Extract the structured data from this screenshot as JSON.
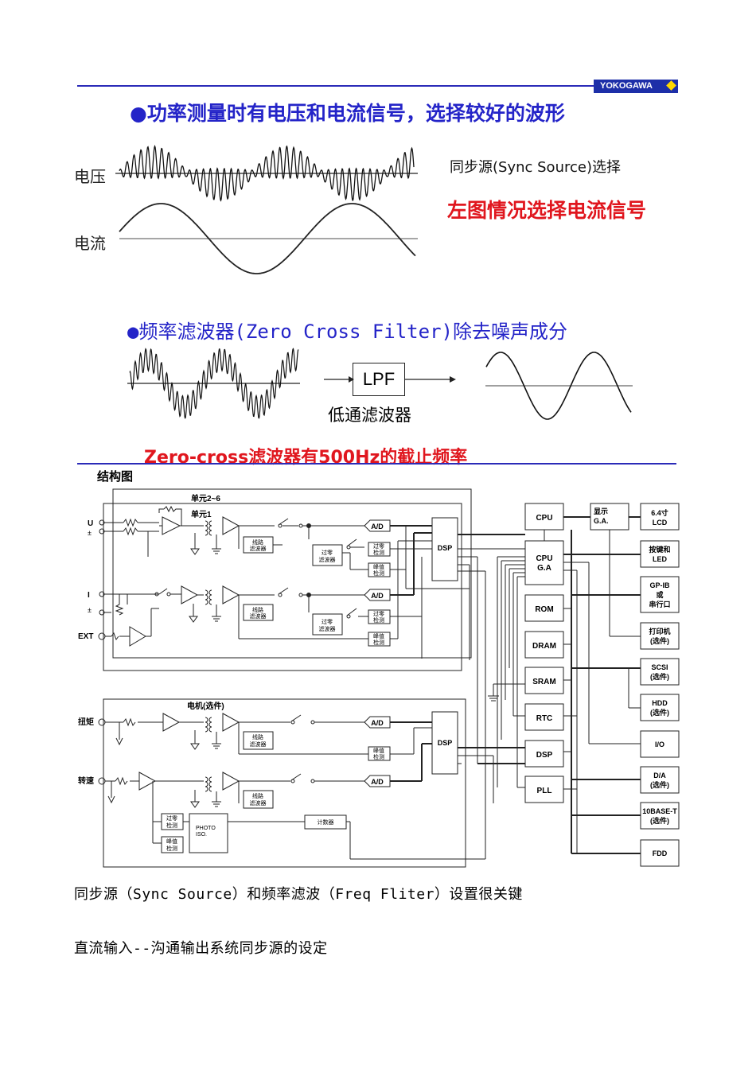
{
  "header": {
    "logo_text": "YOKOGAWA",
    "line_color": "#2b2bb8"
  },
  "section1": {
    "title": "●功率测量时有电压和电流信号，选择较好的波形",
    "voltage_label": "电压",
    "current_label": "电流",
    "sync_note": "同步源(Sync Source)选择",
    "red_note": "左图情况选择电流信号"
  },
  "section2": {
    "title": "●频率滤波器(Zero Cross Filter)除去噪声成分",
    "lpf_label": "LPF",
    "lpf_caption": "低通滤波器",
    "red_note": "Zero-cross滤波器有500Hz的截止频率"
  },
  "diagram": {
    "title": "结构图",
    "unit_range": "单元2~6",
    "unit1": "单元1",
    "motor": "电机(选件)",
    "inputs": [
      "U",
      "±",
      "I",
      "±",
      "EXT",
      "扭矩",
      "转速"
    ],
    "ad_label": "A/D",
    "dsp_label": "DSP",
    "line_filter": [
      "线路",
      "滤波器"
    ],
    "zero_filter": [
      "过零",
      "滤波器"
    ],
    "zero_detect": [
      "过零",
      "检测"
    ],
    "peak_detect": [
      "峰值",
      "检测"
    ],
    "photo_iso": [
      "PHOTO",
      "ISO."
    ],
    "counter": "计数器",
    "center_blocks": [
      "CPU",
      "ROM",
      "DRAM",
      "SRAM",
      "RTC",
      "DSP",
      "PLL"
    ],
    "cpu_ga": [
      "CPU",
      "G.A"
    ],
    "display_ga": [
      "显示",
      "G.A."
    ],
    "right_blocks": [
      [
        "6.4寸",
        "LCD"
      ],
      [
        "按键和",
        "LED"
      ],
      [
        "GP-IB",
        "或",
        "串行口"
      ],
      [
        "打印机",
        "(选件)"
      ],
      [
        "SCSI",
        "(选件)"
      ],
      [
        "HDD",
        "(选件)"
      ],
      [
        "I/O"
      ],
      [
        "D/A",
        "(选件)"
      ],
      [
        "10BASE-T",
        "(选件)"
      ],
      [
        "FDD"
      ]
    ]
  },
  "body": {
    "line1": "同步源（Sync Source）和频率滤波（Freq Fliter）设置很关键",
    "line2": "直流输入--沟通输出系统同步源的设定"
  }
}
